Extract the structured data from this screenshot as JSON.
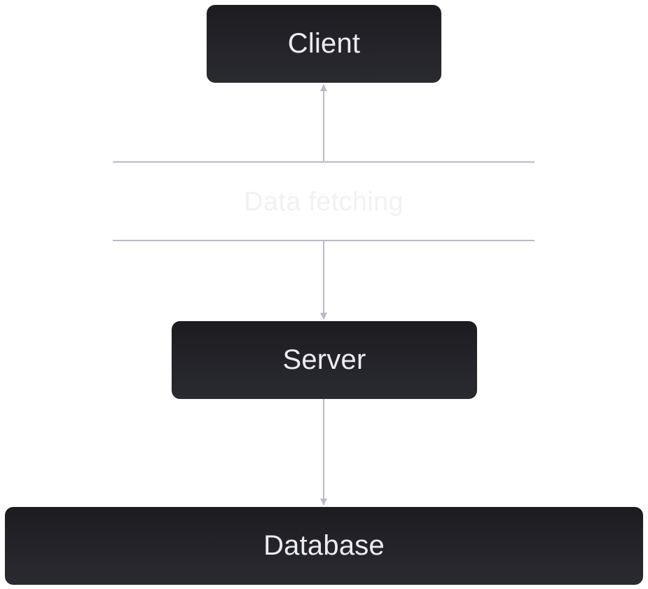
{
  "diagram": {
    "nodes": {
      "client": "Client",
      "server": "Server",
      "database": "Database"
    },
    "band_label": "Data fetching",
    "colors": {
      "node_bg": "#222227",
      "node_text": "#ecedf1",
      "connector": "#b9bac9",
      "band_label": "#f1f2f4"
    }
  }
}
